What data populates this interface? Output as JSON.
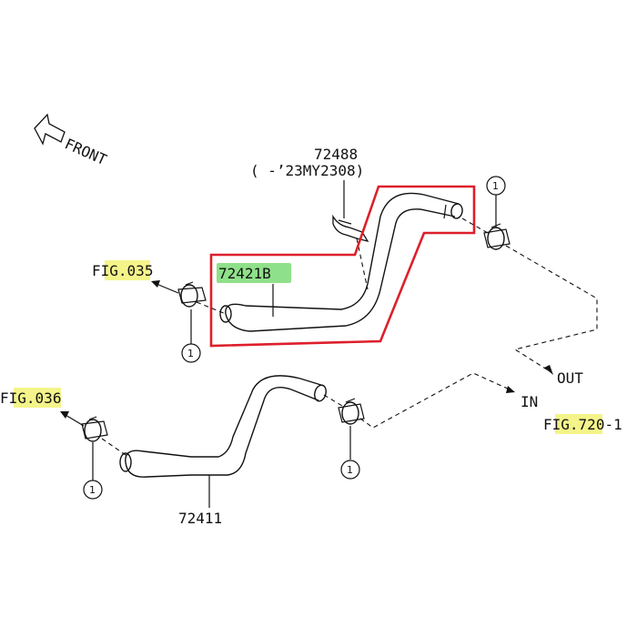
{
  "diagram": {
    "direction_label": "FRONT",
    "parts": {
      "clip_part_no": "72488",
      "clip_note": "(    -’23MY2308)",
      "upper_hose_no": "72421B",
      "lower_hose_no": "72411"
    },
    "figure_refs": {
      "upper_left_pre": "F",
      "upper_left_hl": "IG.03",
      "upper_left_post": "5",
      "lower_left_pre": "F",
      "lower_left_hl": "IG.03",
      "lower_left_post": "6",
      "right_pre": "F",
      "right_hl": "IG.72",
      "right_post": "0-1"
    },
    "flow_labels": {
      "out": "OUT",
      "in": "IN"
    },
    "callout_number": "1",
    "colors": {
      "highlight_box": "#dd1f2b",
      "part_highlight": "#8fe08a",
      "fig_highlight": "#f4f48a",
      "line": "#111111"
    }
  }
}
